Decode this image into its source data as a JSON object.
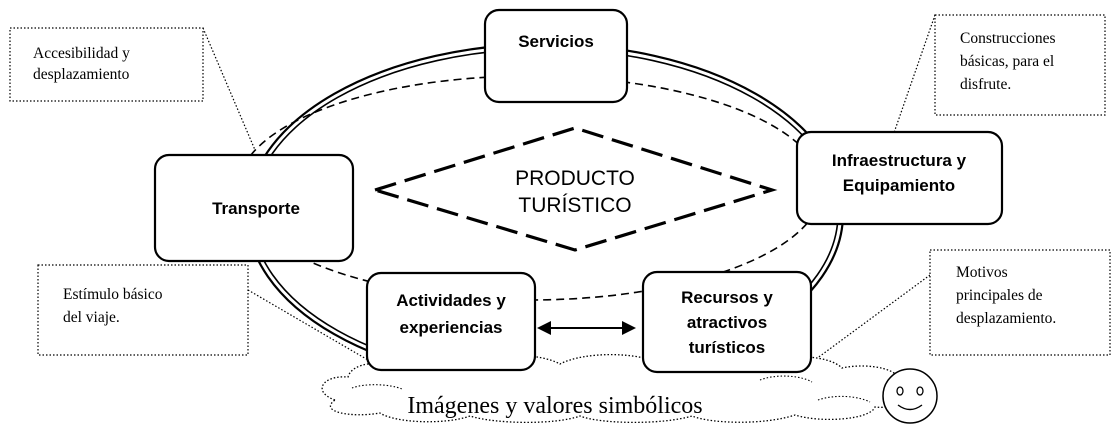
{
  "diagram": {
    "center": {
      "line1": "PRODUCTO",
      "line2": "TURÍSTICO"
    },
    "nodes": {
      "servicios": {
        "lines": [
          "Servicios"
        ]
      },
      "transporte": {
        "lines": [
          "Transporte"
        ]
      },
      "infraestructura": {
        "lines": [
          "Infraestructura y",
          "Equipamiento"
        ]
      },
      "actividades": {
        "lines": [
          "Actividades y",
          "experiencias"
        ]
      },
      "recursos": {
        "lines": [
          "Recursos y",
          "atractivos",
          "turísticos"
        ]
      }
    },
    "notes": {
      "accesibilidad": {
        "lines": [
          "Accesibilidad y",
          "desplazamiento"
        ]
      },
      "construcciones": {
        "lines": [
          "Construcciones",
          "básicas, para el",
          "disfrute."
        ]
      },
      "estimulo": {
        "lines": [
          "Estímulo básico",
          "del viaje."
        ]
      },
      "motivos": {
        "lines": [
          "Motivos",
          "principales de",
          "desplazamiento."
        ]
      }
    },
    "cloud": {
      "text": "Imágenes y valores simbólicos"
    },
    "smiley": {
      "icon": "smiley-face-icon"
    }
  }
}
